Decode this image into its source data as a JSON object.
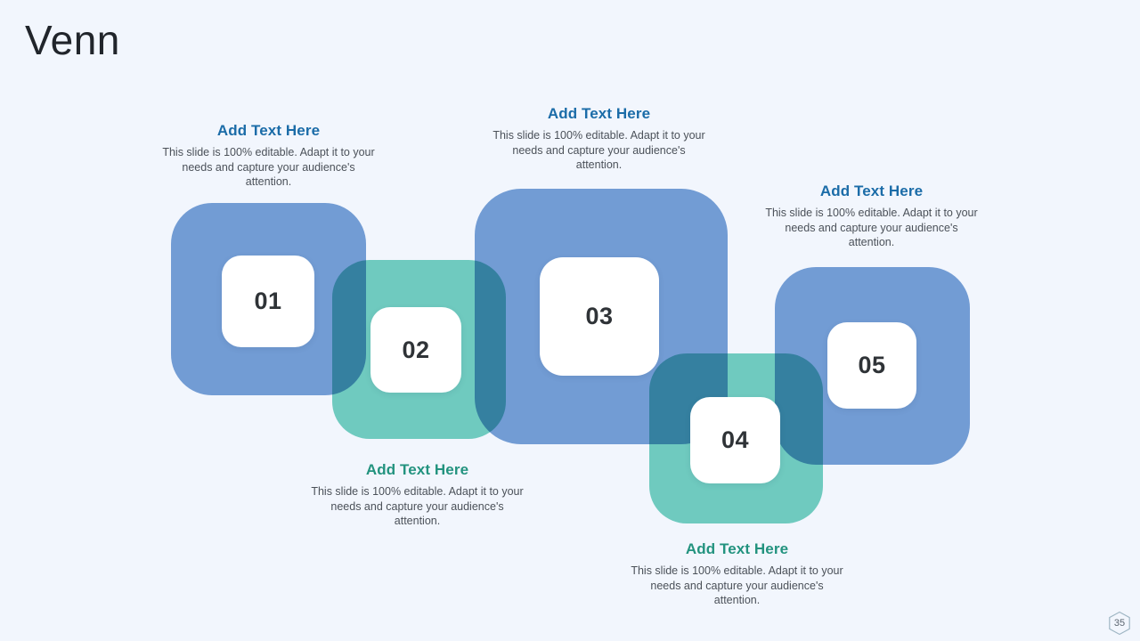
{
  "slide": {
    "title": "Venn",
    "background_color": "#f2f6fd",
    "page_number": "35"
  },
  "colors": {
    "blue_shape": "#568bcc",
    "teal_shape": "#53c7b1",
    "overlap_teal": "#35a0a3",
    "heading_blue": "#1b6ca8",
    "heading_teal": "#23937f",
    "body_text": "#4b5159",
    "number_text": "#2f3337",
    "tile_fill": "#ffffff"
  },
  "body_text": "This slide is 100% editable. Adapt it to your needs and capture your audience's attention.",
  "items": [
    {
      "number": "01",
      "shape_color": "blue",
      "heading": "Add Text Here",
      "body": "This slide is 100% editable. Adapt it to your needs and capture your audience's attention.",
      "caption_position": "above",
      "heading_color": "#1b6ca8"
    },
    {
      "number": "02",
      "shape_color": "teal",
      "heading": "Add Text Here",
      "body": "This slide is 100% editable. Adapt it to your needs and capture your audience's attention.",
      "caption_position": "below",
      "heading_color": "#23937f"
    },
    {
      "number": "03",
      "shape_color": "blue",
      "heading": "Add Text Here",
      "body": "This slide is 100% editable. Adapt it to your needs and capture your audience's attention.",
      "caption_position": "above",
      "heading_color": "#1b6ca8"
    },
    {
      "number": "04",
      "shape_color": "teal",
      "heading": "Add Text Here",
      "body": "This slide is 100% editable. Adapt it to your needs and capture your audience's attention.",
      "caption_position": "below",
      "heading_color": "#23937f"
    },
    {
      "number": "05",
      "shape_color": "blue",
      "heading": "Add Text Here",
      "body": "This slide is 100% editable. Adapt it to your needs and capture your audience's attention.",
      "caption_position": "above",
      "heading_color": "#1b6ca8"
    }
  ]
}
